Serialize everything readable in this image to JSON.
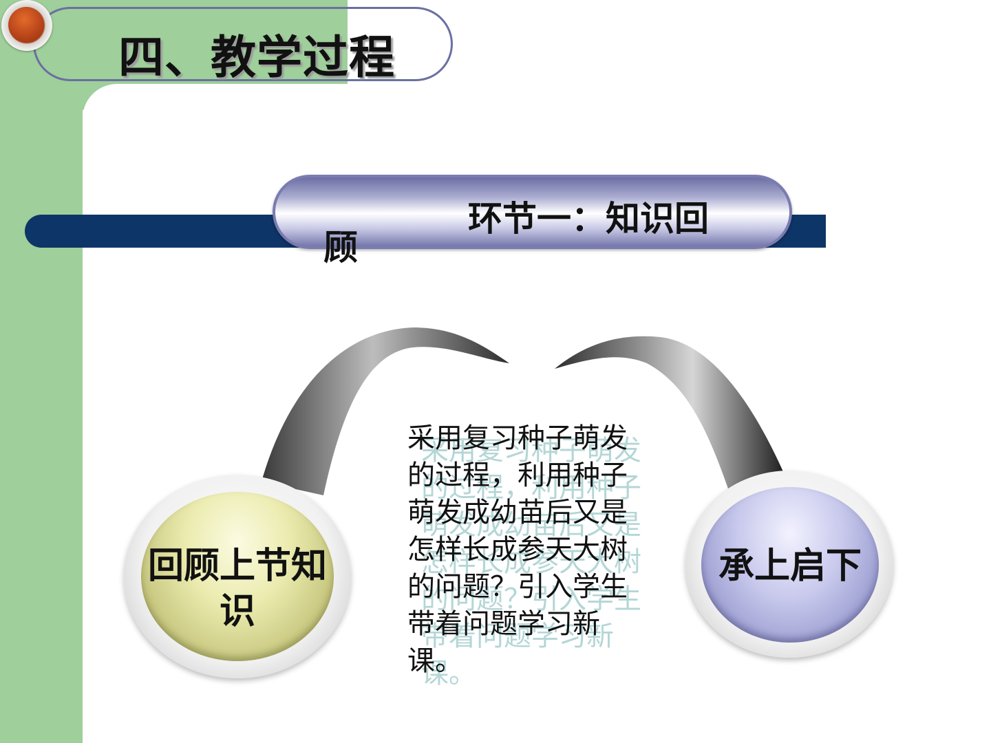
{
  "header": {
    "title": "四、教学过程"
  },
  "section": {
    "title_part1": "环节一：知识回",
    "title_part2": "顾"
  },
  "nodes": {
    "left_label": "回顾上节知识",
    "right_label": "承上启下"
  },
  "description": "采用复习种子萌发的过程，利用种子萌发成幼苗后又是怎样长成参天大树的问题？引入学生带着问题学习新课。",
  "colors": {
    "sidebar_green": "#9fcf9a",
    "navy_bar": "#0e3567",
    "orb_orange": "#b9461b",
    "left_bubble": "#ebebaf",
    "right_bubble": "#c8c9ec"
  },
  "icons": {
    "corner_orb": "orange-orb-icon"
  }
}
